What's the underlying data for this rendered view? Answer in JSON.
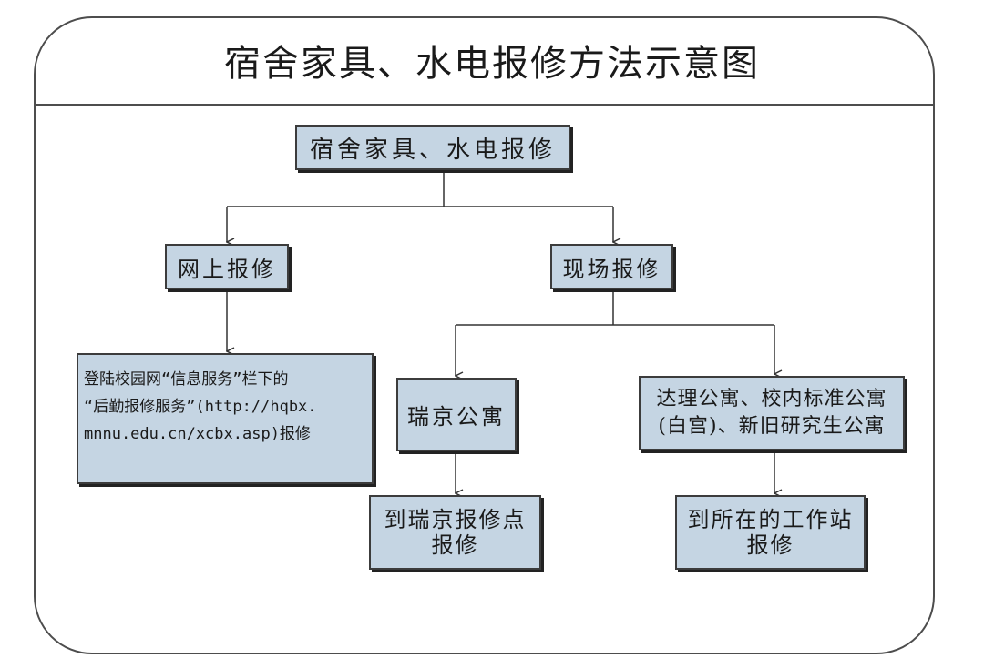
{
  "title": "宿舍家具、水电报修方法示意图",
  "nodes": {
    "root": "宿舍家具、水电报修",
    "online": "网上报修",
    "onsite": "现场报修",
    "online_desc": {
      "line1": "登陆校园网“信息服务”栏下的",
      "line2": "“后勤报修服务”(http://hqbx.",
      "line3": "mnnu.edu.cn/xcbx.asp)报修"
    },
    "ruijing": "瑞京公寓",
    "dali": {
      "line1": "达理公寓、校内标准公寓",
      "line2": "(白宫)、新旧研究生公寓"
    },
    "ruijing_go": {
      "line1": "到瑞京报修点",
      "line2": "报修"
    },
    "station_go": {
      "line1": "到所在的工作站",
      "line2": "报修"
    }
  },
  "colors": {
    "node_fill": "#c5d5e3",
    "node_border": "#3c3c3c",
    "line": "#333333"
  }
}
